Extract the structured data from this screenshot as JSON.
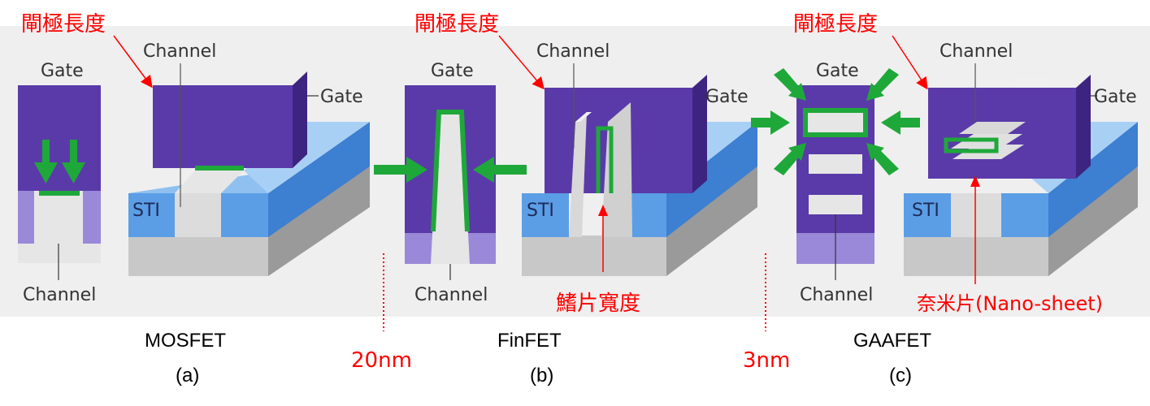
{
  "labels": {
    "gate": "Gate",
    "channel": "Channel",
    "sti": "STI",
    "gate_length": "閘極長度",
    "fin_width": "鰭片寬度",
    "nano_sheet": "奈米片(Nano-sheet)"
  },
  "nodes": {
    "node_20nm": "20nm",
    "node_3nm": "3nm"
  },
  "panels": [
    {
      "name": "MOSFET",
      "caption": "(a)"
    },
    {
      "name": "FinFET",
      "caption": "(b)"
    },
    {
      "name": "GAAFET",
      "caption": "(c)"
    }
  ],
  "colors": {
    "gate_purple": "#5a3aa8",
    "gate_side": "#3d2480",
    "light_purple": "#9a88d8",
    "sti_blue": "#5b9ee6",
    "sti_side": "#3d7fd0",
    "substrate": "#c8c8c8",
    "channel_gray": "#e6e6e6",
    "arrow_green": "#1fa83a",
    "annotation_red": "#ff0000",
    "background": "#efefef"
  }
}
